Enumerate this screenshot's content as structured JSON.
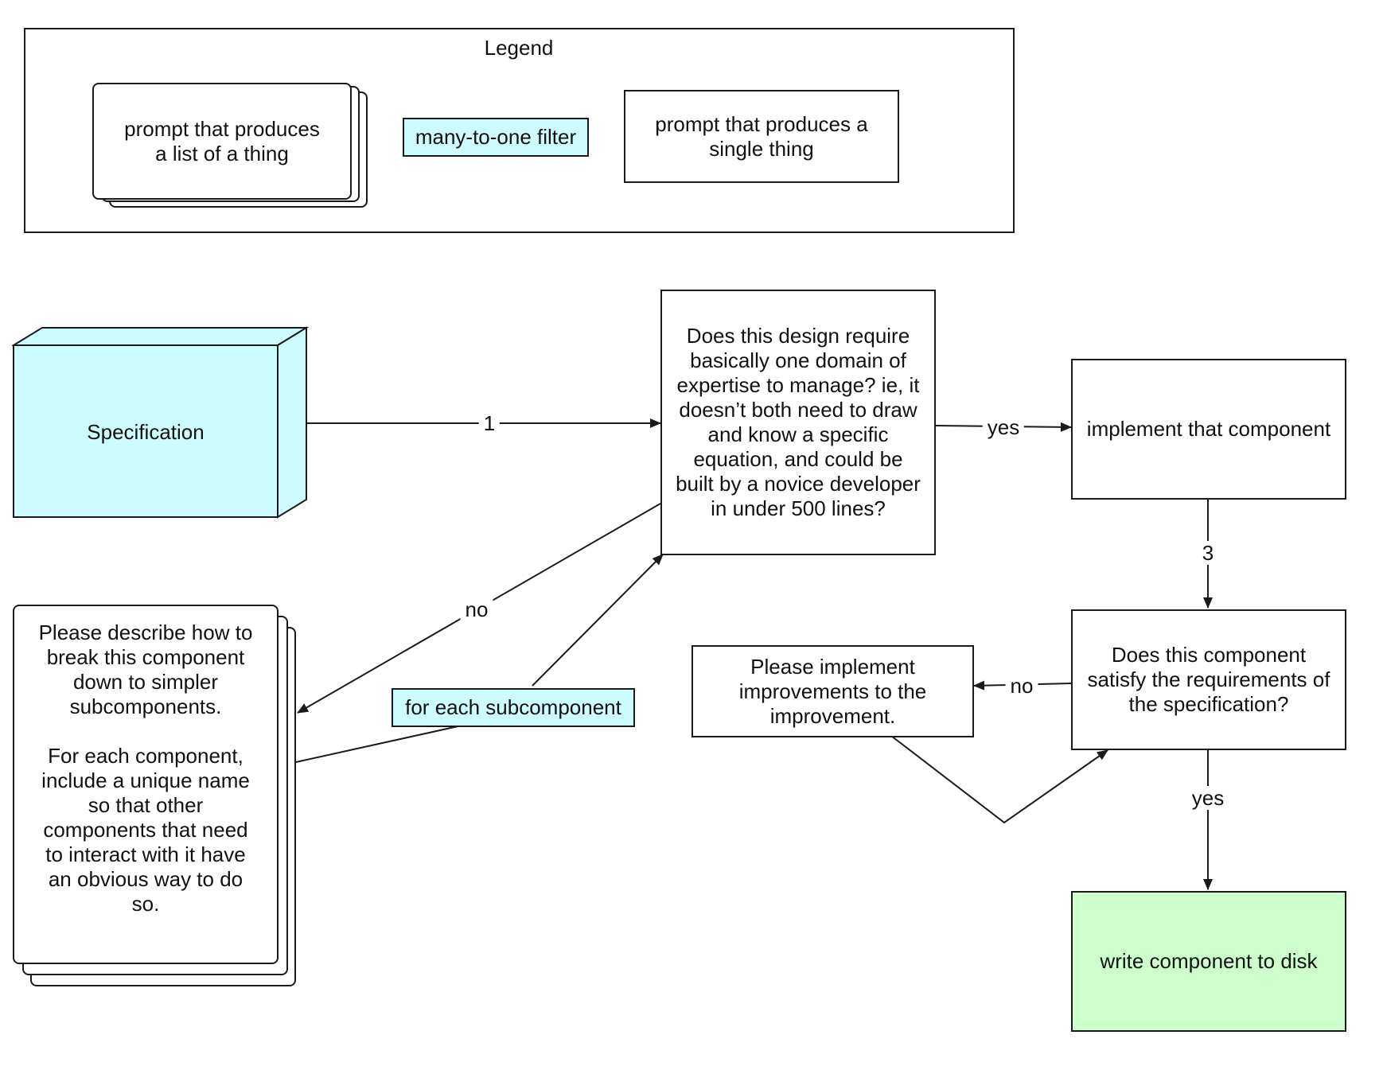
{
  "legend": {
    "title": "Legend",
    "list_prompt_label": "prompt that produces\na list of a thing",
    "filter_label": "many-to-one filter",
    "single_prompt_label": "prompt that produces a\nsingle thing"
  },
  "nodes": {
    "specification": "Specification",
    "domain_question": "Does this design require\nbasically one domain of\nexpertise to manage? ie, it\ndoesn’t both need to draw\nand know a specific\nequation, and could be\nbuilt by a novice developer\nin under 500 lines?",
    "implement": "implement that component",
    "breakdown": "Please describe how to\nbreak this component\ndown to simpler\nsubcomponents.\n\nFor each component,\ninclude a unique name\nso that other\ncomponents that need\nto interact with it have\nan obvious way to do\nso.",
    "for_each": "for each subcomponent",
    "satisfy_question": "Does this component\nsatisfy the requirements of\nthe specification?",
    "improve": "Please implement\nimprovements to the\nimprovement.",
    "write_disk": "write component to disk"
  },
  "edges": {
    "spec_to_question": "1",
    "question_yes": "yes",
    "question_no": "no",
    "implement_to_satisfy": "3",
    "satisfy_no": "no",
    "satisfy_yes": "yes"
  },
  "colors": {
    "cyan": "#ccfcff",
    "green": "#ccffcc",
    "stroke": "#1a1a1a"
  }
}
